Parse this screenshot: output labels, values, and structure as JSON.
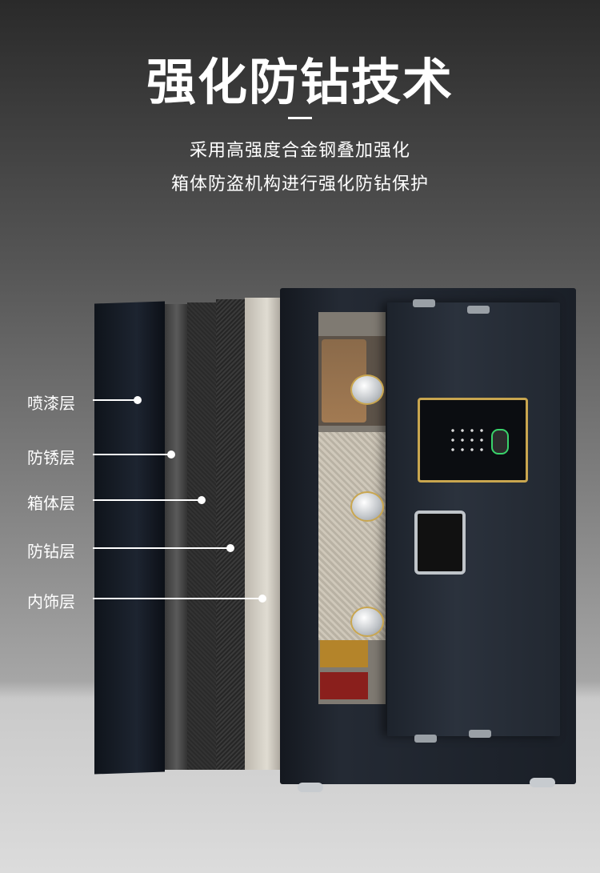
{
  "header": {
    "title": "强化防钻技术",
    "subtitle_line1": "采用高强度合金钢叠加强化",
    "subtitle_line2": "箱体防盗机构进行强化防钻保护"
  },
  "layers": [
    {
      "label": "喷漆层",
      "icon": "panel-paint"
    },
    {
      "label": "防锈层",
      "icon": "panel-rust"
    },
    {
      "label": "箱体层",
      "icon": "panel-box"
    },
    {
      "label": "防钻层",
      "icon": "panel-drill"
    },
    {
      "label": "内饰层",
      "icon": "panel-inner"
    }
  ],
  "colors": {
    "accent_gold": "#c9a64f",
    "fingerprint_green": "#39d26a",
    "text": "#ffffff"
  }
}
